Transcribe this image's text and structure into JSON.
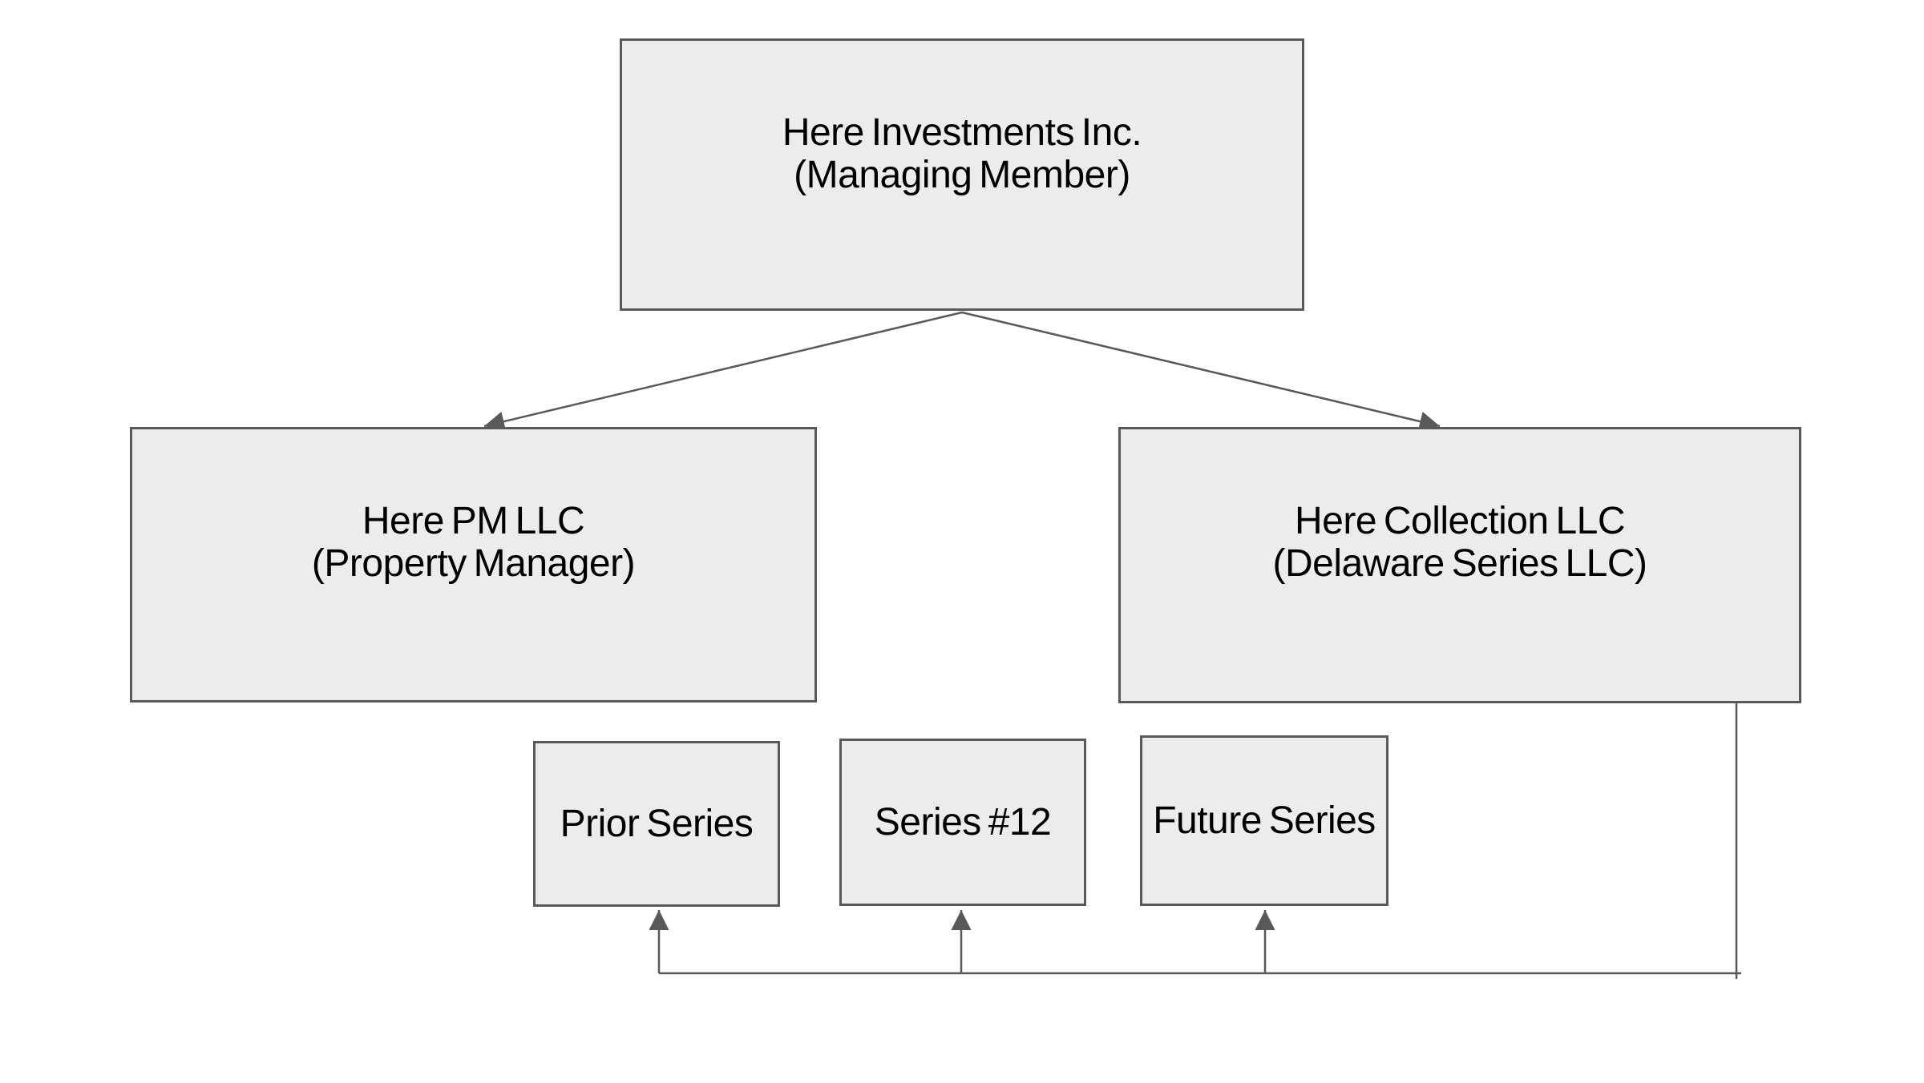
{
  "diagram": {
    "nodes": {
      "managing_member": {
        "line1": "Here Investments Inc.",
        "line2": "(Managing Member)"
      },
      "property_manager": {
        "line1": "Here PM LLC",
        "line2": "(Property Manager)"
      },
      "collection": {
        "line1": "Here Collection LLC",
        "line2": "(Delaware Series LLC)"
      },
      "prior_series": {
        "label": "Prior Series"
      },
      "series_12": {
        "label": "Series #12"
      },
      "future_series": {
        "label": "Future Series"
      }
    },
    "edges": [
      {
        "from": "Here Investments Inc. (Managing Member)",
        "to": "Here PM LLC (Property Manager)"
      },
      {
        "from": "Here Investments Inc. (Managing Member)",
        "to": "Here Collection LLC (Delaware Series LLC)"
      },
      {
        "from": "Here Collection LLC (Delaware Series LLC)",
        "to": "Prior Series"
      },
      {
        "from": "Here Collection LLC (Delaware Series LLC)",
        "to": "Series #12"
      },
      {
        "from": "Here Collection LLC (Delaware Series LLC)",
        "to": "Future Series"
      }
    ],
    "colors": {
      "background": "#ffffff",
      "box_fill": "#ececec",
      "box_border": "#595959",
      "connector": "#595959",
      "text": "#000000"
    }
  }
}
